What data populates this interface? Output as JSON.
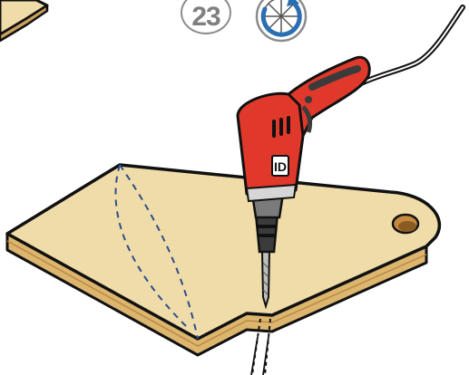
{
  "step": {
    "number": "23"
  },
  "drill": {
    "label": "ID"
  },
  "icons": [
    "step-number-badge",
    "speed-dial-rotation-icon",
    "power-drill-icon"
  ],
  "colors": {
    "board_top": "#f0dca8",
    "board_edge": "#c9a25e",
    "board_side": "#dcb56f",
    "drill_red": "#e0382a",
    "drill_dark": "#3b3b3b",
    "dial_blue": "#2b6fb3",
    "badge_gray": "#8c8c8c"
  }
}
